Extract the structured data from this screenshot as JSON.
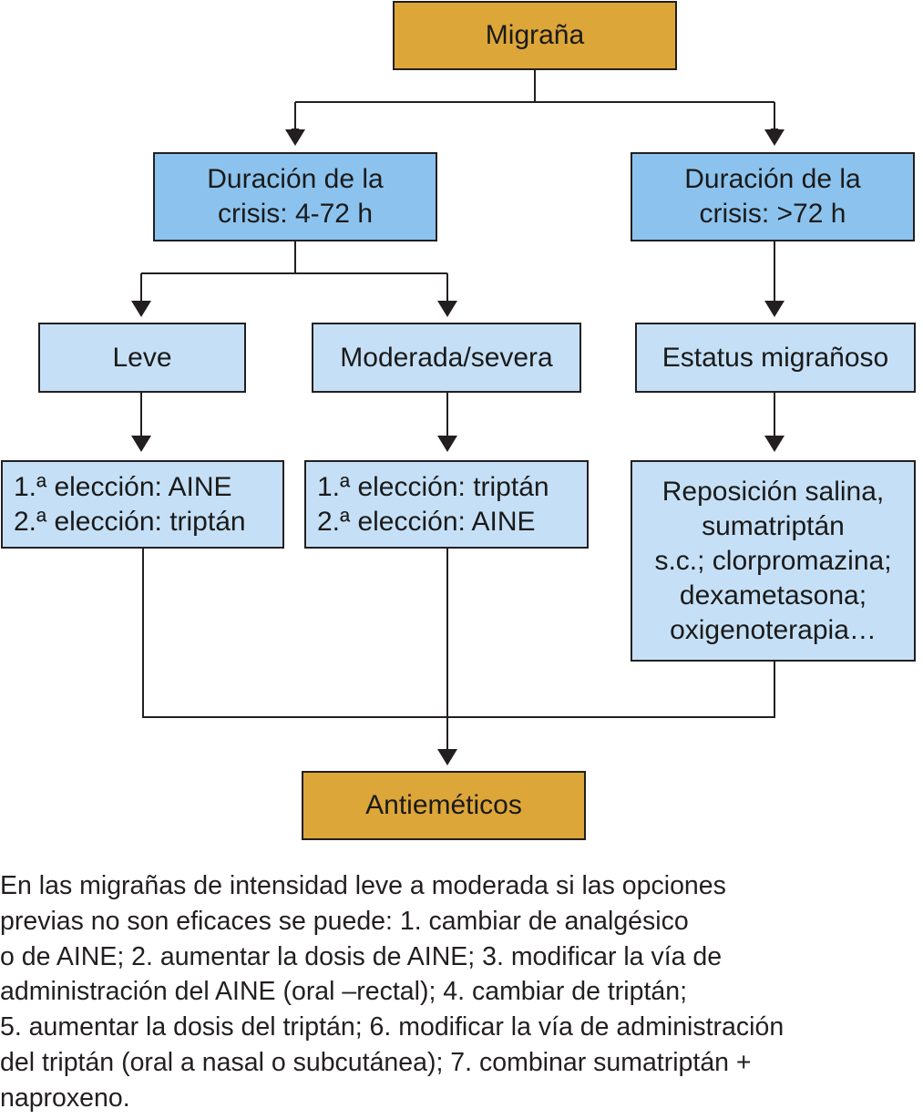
{
  "flowchart": {
    "root": "Migraña",
    "branch_short": [
      "Duración de la",
      "crisis: 4-72 h"
    ],
    "branch_long": [
      "Duración de la",
      "crisis: >72 h"
    ],
    "mild": "Leve",
    "moderate": "Moderada/severa",
    "status": "Estatus migrañoso",
    "mild_treatment": [
      "1.ª elección: AINE",
      "2.ª elección: triptán"
    ],
    "moderate_treatment": [
      "1.ª elección: triptán",
      "2.ª elección: AINE"
    ],
    "status_treatment": [
      "Reposición salina,",
      "sumatriptán",
      "s.c.; clorpromazina;",
      "dexametasona;",
      "oxigenoterapia…"
    ],
    "final": "Antieméticos"
  },
  "caption": [
    "En las migrañas de intensidad leve a moderada si las opciones",
    "previas no son eficaces se puede: 1. cambiar de analgésico",
    "o de AINE; 2. aumentar la dosis de AINE; 3. modificar la vía de",
    "administración del AINE (oral –rectal); 4. cambiar de triptán;",
    "5. aumentar la dosis del triptán; 6. modificar la vía de administración",
    "del triptán (oral a nasal o subcutánea); 7. combinar sumatriptán +",
    "naproxeno."
  ],
  "colors": {
    "gold_box": "#dda639",
    "blue_box": "#8cc3ee",
    "light_box": "#c5e0f6",
    "line": "#231f20"
  }
}
